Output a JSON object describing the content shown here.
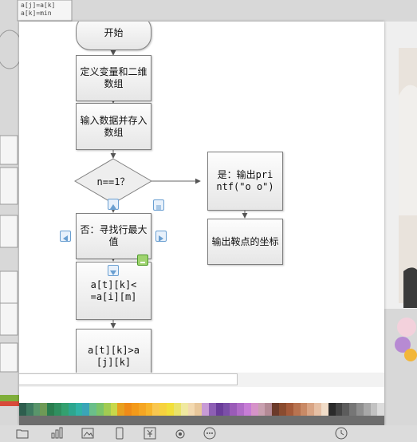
{
  "flowchart": {
    "start": "开始",
    "define_vars": "定义变量和二维数组",
    "input_data": "输入数据并存入数组",
    "decision": "n==1？",
    "yes_output": "是：输出printf(\"o o\")",
    "output_coords": "输出鞍点的坐标",
    "no_find_max": "否：寻找行最大值",
    "cond_1": "a[t][k]<=a[i][m]",
    "cond_2": "a[t][k]>a[j][k]"
  },
  "background_fragments": {
    "code_1": "a[j]=a[k]",
    "code_2": "a[k]=min"
  },
  "palette": [
    "#2e5e4e",
    "#3f7a61",
    "#59956b",
    "#6e9a56",
    "#2a7d4f",
    "#2f8f5f",
    "#33a06f",
    "#2da68f",
    "#31b2a6",
    "#3aa5b8",
    "#6bbf8a",
    "#7cc46a",
    "#a2cc52",
    "#c8d84a",
    "#e8a020",
    "#ef8b18",
    "#f39a1a",
    "#f5a623",
    "#f7b52c",
    "#f9c74f",
    "#f7d23e",
    "#f2df3a",
    "#eae36a",
    "#f0e9a0",
    "#f3d9b0",
    "#e8c79a",
    "#c89bd6",
    "#8d5fb4",
    "#6a3d9a",
    "#7b4fa8",
    "#9a5bb8",
    "#b06cc7",
    "#c77dd6",
    "#d693c9",
    "#c9a0b0",
    "#b48a96",
    "#6b3a2a",
    "#8a4b2f",
    "#a45a3a",
    "#b87350",
    "#c98a66",
    "#d9a585",
    "#e6c0a5",
    "#f1ddc9",
    "#2b2b2b",
    "#444444",
    "#5c5c5c",
    "#767676",
    "#8f8f8f",
    "#a8a8a8",
    "#c2c2c2",
    "#dcdcdc"
  ]
}
